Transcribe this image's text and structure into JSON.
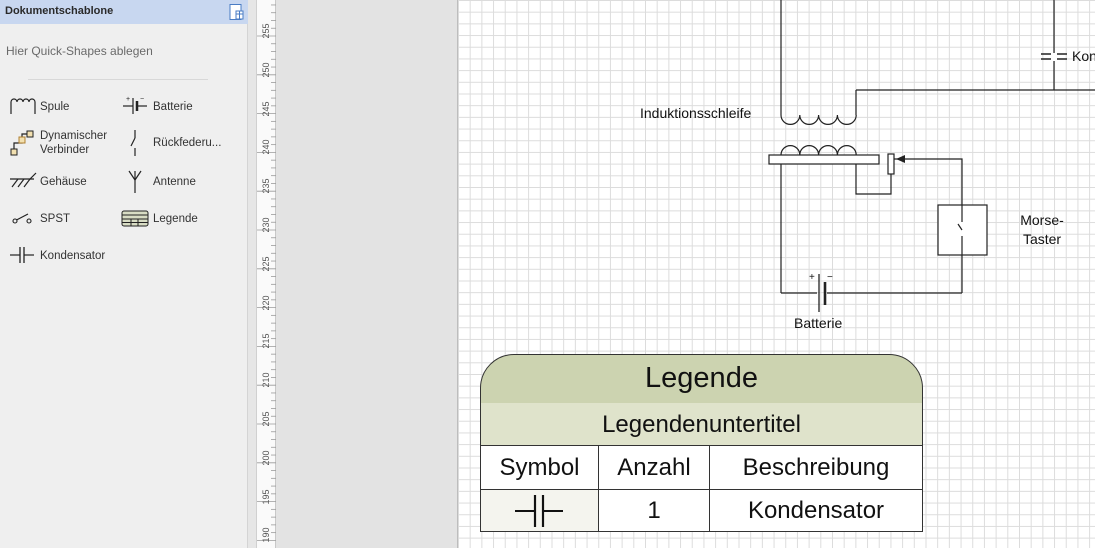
{
  "stencil": {
    "title": "Dokumentschablone",
    "quick_hint": "Hier Quick-Shapes ablegen",
    "items": [
      {
        "label": "Spule",
        "icon": "coil-icon"
      },
      {
        "label": "Batterie",
        "icon": "battery-icon"
      },
      {
        "label": "Dynamischer Verbinder",
        "icon": "dynamic-connector-icon"
      },
      {
        "label": "Rückfederu...",
        "icon": "spring-return-icon"
      },
      {
        "label": "Gehäuse",
        "icon": "chassis-icon"
      },
      {
        "label": "Antenne",
        "icon": "antenna-icon"
      },
      {
        "label": "SPST",
        "icon": "spst-switch-icon"
      },
      {
        "label": "Legende",
        "icon": "legend-icon"
      },
      {
        "label": "Kondensator",
        "icon": "capacitor-icon"
      }
    ]
  },
  "ruler": {
    "labels": [
      "255",
      "250",
      "245",
      "240",
      "235",
      "230",
      "225",
      "220",
      "215",
      "210",
      "205",
      "200",
      "195",
      "190"
    ]
  },
  "diagram": {
    "label_coil": "Induktionsschleife",
    "label_key_line1": "Morse-",
    "label_key_line2": "Taster",
    "label_battery": "Batterie",
    "label_capacitor_partial": "Kon",
    "battery_plus": "+",
    "battery_minus": "−"
  },
  "legend": {
    "title": "Legende",
    "subtitle": "Legendenuntertitel",
    "headers": [
      "Symbol",
      "Anzahl",
      "Beschreibung"
    ],
    "rows": [
      {
        "symbol": "capacitor-icon",
        "count": "1",
        "description": "Kondensator"
      }
    ]
  }
}
